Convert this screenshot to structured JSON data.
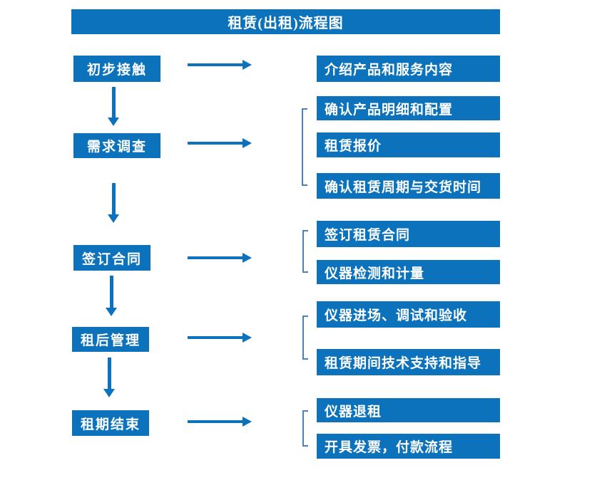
{
  "title": "租赁(出租)流程图",
  "colors": {
    "primary_blue": "#0c72bc",
    "bracket_blue": "#4a7fc1",
    "text": "#ffffff",
    "background": "#ffffff"
  },
  "steps": [
    {
      "label": "初步接触",
      "outputs": [
        "介绍产品和服务内容"
      ]
    },
    {
      "label": "需求调查",
      "outputs": [
        "确认产品明细和配置",
        "租赁报价",
        "确认租赁周期与交货时间"
      ]
    },
    {
      "label": "签订合同",
      "outputs": [
        "签订租赁合同",
        "仪器检测和计量"
      ]
    },
    {
      "label": "租后管理",
      "outputs": [
        "仪器进场、调试和验收",
        "租赁期间技术支持和指导"
      ]
    },
    {
      "label": "租期结束",
      "outputs": [
        "仪器退租",
        "开具发票，付款流程"
      ]
    }
  ]
}
